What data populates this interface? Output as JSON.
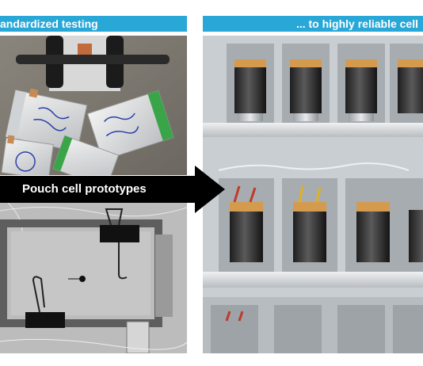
{
  "left_header": "Standardized testing",
  "right_header": "... to highly reliable cell",
  "banner_label": "Pouch cell prototypes",
  "colors": {
    "header": "#29a8d8",
    "banner": "#000000"
  }
}
